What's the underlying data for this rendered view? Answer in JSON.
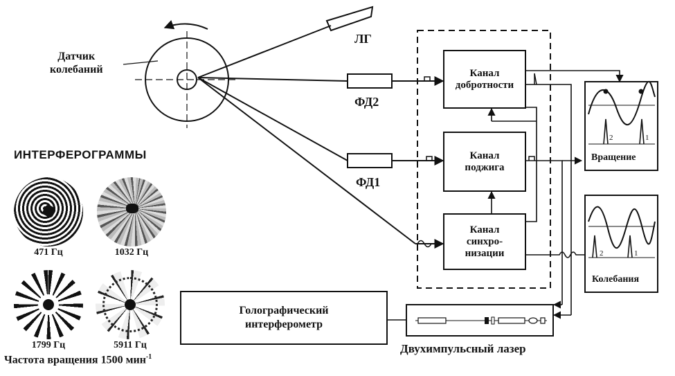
{
  "sensor_label": "Датчик\nколебаний",
  "laser_gun_label": "ЛГ",
  "photodiode_2": "ФД2",
  "photodiode_1": "ФД1",
  "blocks": {
    "q_channel": "Канал\nдобротности",
    "ignition_channel": "Канал\nподжига",
    "sync_channel": "Канал\nсинхро-\nнизации",
    "holo_interferometer": "Голографический\nинтерферометр"
  },
  "laser_label": "Двухимпульсный лазер",
  "interferograms": {
    "title": "ИНТЕРФЕРОГРАММЫ",
    "items": [
      {
        "freq": "471 Гц"
      },
      {
        "freq": "1032 Гц"
      },
      {
        "freq": "1799 Гц"
      },
      {
        "freq": "5911 Гц"
      }
    ],
    "speed_label": "Частота вращения 1500 мин",
    "speed_sup": "-1"
  },
  "scopes": {
    "rotation": {
      "label": "Вращение",
      "mark_1": "1",
      "mark_2": "2"
    },
    "oscillation": {
      "label": "Колебания",
      "mark_1": "1",
      "mark_2": "2"
    }
  }
}
